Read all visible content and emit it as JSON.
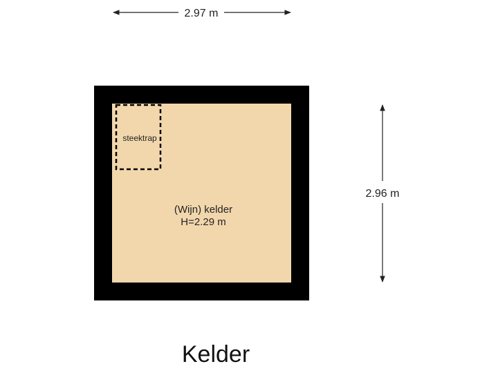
{
  "floor": {
    "title": "Kelder"
  },
  "dimensions": {
    "width_label": "2.97 m",
    "height_label": "2.96 m"
  },
  "room": {
    "name": "(Wijn) kelder",
    "height_label": "H=2.29 m",
    "fill_color": "#f2d7ad",
    "wall_color": "#000000"
  },
  "stair": {
    "label": "steektrap"
  }
}
